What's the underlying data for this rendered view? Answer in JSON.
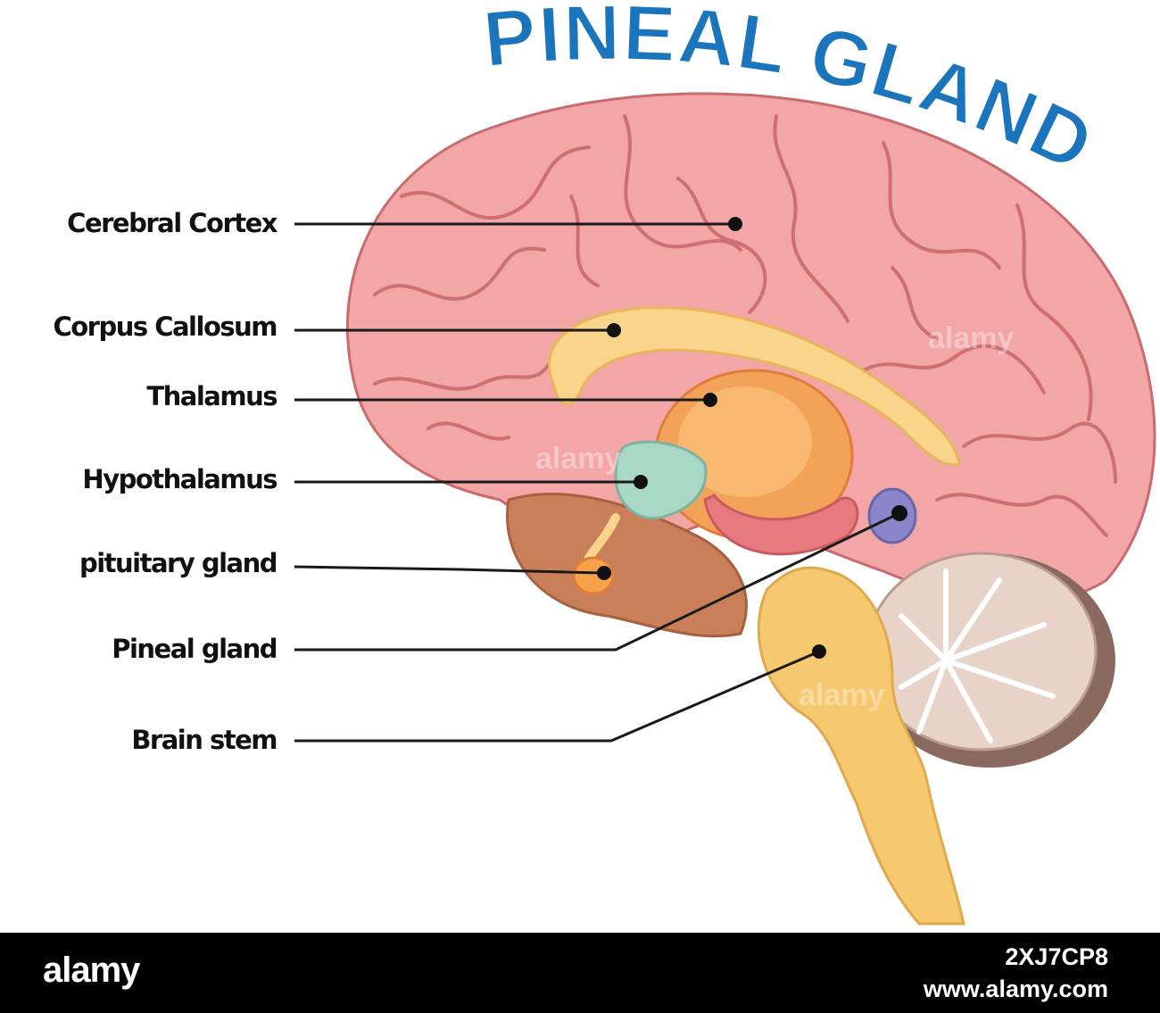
{
  "diagram": {
    "title": "PINEAL GLAND",
    "labels": [
      {
        "id": "cerebral-cortex",
        "text": "Cerebral Cortex"
      },
      {
        "id": "corpus-callosum",
        "text": "Corpus Callosum"
      },
      {
        "id": "thalamus",
        "text": "Thalamus"
      },
      {
        "id": "hypothalamus",
        "text": "Hypothalamus"
      },
      {
        "id": "pituitary-gland",
        "text": "pituitary gland"
      },
      {
        "id": "pineal-gland",
        "text": "Pineal gland"
      },
      {
        "id": "brain-stem",
        "text": "Brain stem"
      }
    ],
    "colors": {
      "title": "#1a75bc",
      "cerebrum": "#f2a6a6",
      "cerebrum_fold": "#c96a6e",
      "corpus_callosum": "#f9d58c",
      "thalamus": "#f3a25a",
      "hypothalamus": "#a9d9c6",
      "pineal": "#8b86c9",
      "brainstem": "#f6c870",
      "cerebellum": "#e7d3c8"
    }
  },
  "watermark": {
    "overlay": "alamy"
  },
  "footer": {
    "brand": "alamy",
    "image_code": "2XJ7CP8",
    "site": "www.alamy.com"
  }
}
